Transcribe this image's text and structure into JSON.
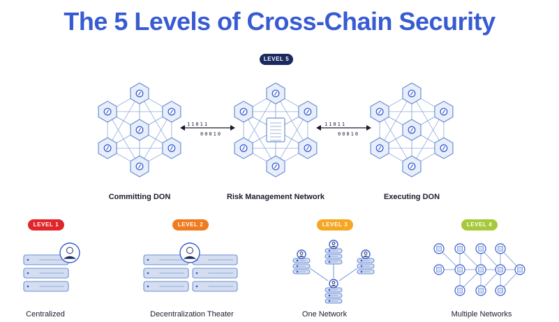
{
  "title": "The 5 Levels of Cross-Chain Security",
  "top": {
    "level_badge": "LEVEL 5",
    "networks": [
      {
        "label": "Committing DON"
      },
      {
        "label": "Risk Management Network"
      },
      {
        "label": "Executing DON"
      }
    ],
    "bits_top": "11011",
    "bits_bottom": "00010"
  },
  "levels": [
    {
      "badge": "LEVEL 1",
      "label": "Centralized",
      "color": "#e0252b"
    },
    {
      "badge": "LEVEL 2",
      "label": "Decentralization Theater",
      "color": "#f07b1f"
    },
    {
      "badge": "LEVEL 3",
      "label": "One Network",
      "color": "#f5a623"
    },
    {
      "badge": "LEVEL 4",
      "label": "Multiple Networks",
      "color": "#a6c93a"
    }
  ],
  "colors": {
    "title": "#375bd2",
    "level5_badge": "#1b2a5e",
    "hex_stroke": "#6a8fd6",
    "hex_fill": "#e8effb",
    "server_fill": "#d5def0"
  }
}
